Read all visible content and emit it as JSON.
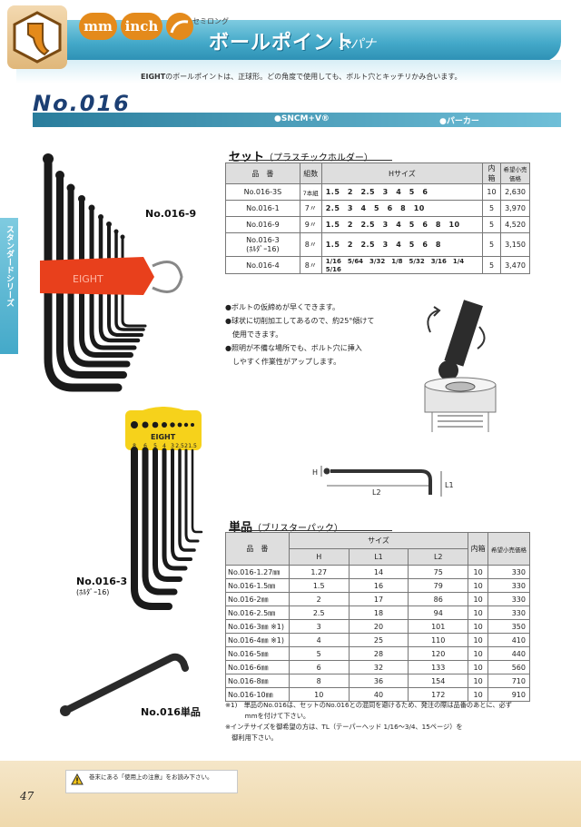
{
  "header": {
    "tags": [
      "mm",
      "inch"
    ],
    "semi_label": "セミロング",
    "title": "ボールポイント",
    "subtitle": "スパナ",
    "brand": "EIGHT",
    "description": "のボールポイントは、正球形。どの角度で使用しても、ボルト穴とキッチリかみ合います。"
  },
  "product": {
    "number": "No.016",
    "material": "●SNCM+V®",
    "finish": "●パーカー"
  },
  "side_tab": "スタンダードシリーズ",
  "set_section": {
    "title": "セット",
    "subtitle": "（プラスチックホルダー）",
    "headers": [
      "品　番",
      "組数",
      "Hサイズ",
      "内箱",
      "希望小売価格"
    ],
    "rows": [
      {
        "pn": "No.016-3S",
        "count": "7本組",
        "sizes": "1.5　2　2.5　3　4　5　6",
        "box": "10",
        "price": "2,630"
      },
      {
        "pn": "No.016-1",
        "count": "7〃",
        "sizes": "2.5　3　4　5　6　8　10",
        "box": "5",
        "price": "3,970"
      },
      {
        "pn": "No.016-9",
        "count": "9〃",
        "sizes": "1.5　2　2.5　3　4　5　6　8　10",
        "box": "5",
        "price": "4,520"
      },
      {
        "pn": "No.016-3",
        "pn2": "(ﾎﾙﾀﾞｰ16)",
        "count": "8〃",
        "sizes": "1.5　2　2.5　3　4　5　6　8",
        "box": "5",
        "price": "3,150"
      },
      {
        "pn": "No.016-4",
        "count": "8〃",
        "sizes": "1/16　5/64　3/32　1/8　5/32　3/16　1/4　5/16",
        "box": "5",
        "price": "3,470"
      }
    ]
  },
  "bullets": [
    "●ボルトの仮締めが早くできます。",
    "●球状に切削加工してあるので、約25°傾けて",
    "　使用できます。",
    "●照明が不備な場所でも、ボルト穴に挿入",
    "　しやすく作業性がアップします。"
  ],
  "dimension_labels": {
    "h": "H",
    "l1": "L1",
    "l2": "L2"
  },
  "single_section": {
    "title": "単品",
    "subtitle": "（ブリスターパック）",
    "headers": {
      "pn": "品　番",
      "size": "サイズ",
      "h": "H",
      "l1": "L1",
      "l2": "L2",
      "box": "内箱",
      "price": "希望小売価格"
    },
    "rows": [
      {
        "pn": "No.016-1.27㎜",
        "h": "1.27",
        "l1": "14",
        "l2": "75",
        "box": "10",
        "price": "330"
      },
      {
        "pn": "No.016-1.5㎜",
        "h": "1.5",
        "l1": "16",
        "l2": "79",
        "box": "10",
        "price": "330"
      },
      {
        "pn": "No.016-2㎜",
        "h": "2",
        "l1": "17",
        "l2": "86",
        "box": "10",
        "price": "330"
      },
      {
        "pn": "No.016-2.5㎜",
        "h": "2.5",
        "l1": "18",
        "l2": "94",
        "box": "10",
        "price": "330"
      },
      {
        "pn": "No.016-3㎜ ※1)",
        "h": "3",
        "l1": "20",
        "l2": "101",
        "box": "10",
        "price": "350"
      },
      {
        "pn": "No.016-4㎜ ※1)",
        "h": "4",
        "l1": "25",
        "l2": "110",
        "box": "10",
        "price": "410"
      },
      {
        "pn": "No.016-5㎜",
        "h": "5",
        "l1": "28",
        "l2": "120",
        "box": "10",
        "price": "440"
      },
      {
        "pn": "No.016-6㎜",
        "h": "6",
        "l1": "32",
        "l2": "133",
        "box": "10",
        "price": "560"
      },
      {
        "pn": "No.016-8㎜",
        "h": "8",
        "l1": "36",
        "l2": "154",
        "box": "10",
        "price": "710"
      },
      {
        "pn": "No.016-10㎜",
        "h": "10",
        "l1": "40",
        "l2": "172",
        "box": "10",
        "price": "910"
      }
    ]
  },
  "notes": [
    "※1)　単品のNo.016は、セットのNo.016との混同を避けるため、発注の際は品番のあとに、必ず",
    "　　　mmを付けて下さい。",
    "※インチサイズを御希望の方は、TL（テーパーヘッド 1/16〜3/4、15ページ）を",
    "　御利用下さい。"
  ],
  "image_labels": {
    "set9": "No.016-9",
    "set3": "No.016-3",
    "set3_sub": "(ﾎﾙﾀﾞｰ16)",
    "single": "No.016単品",
    "holder_brand": "EIGHT",
    "holder_sizes": [
      "8",
      "6",
      "5",
      "4",
      "3",
      "2.5",
      "2",
      "1.5"
    ]
  },
  "footer": {
    "warning": "巻末にある「使用上の注意」をお読み下さい。",
    "page": "47"
  }
}
